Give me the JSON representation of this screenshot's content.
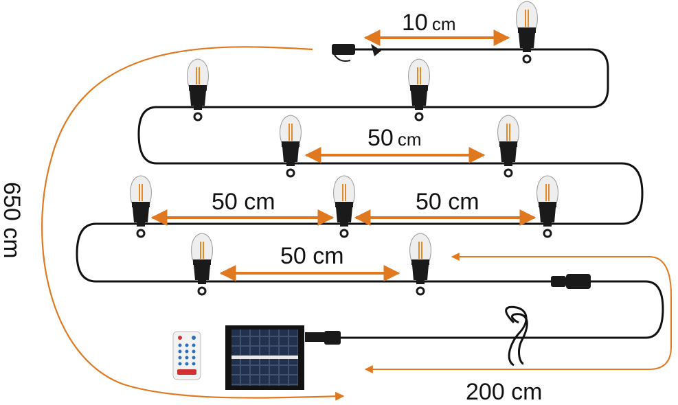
{
  "labels": {
    "spacing_top_num": "10",
    "spacing_top_unit": "cm",
    "spacing_row2_num": "50",
    "spacing_row2_unit": "cm",
    "spacing_row3_left": "50 cm",
    "spacing_row3_right": "50 cm",
    "spacing_row4": "50 cm",
    "total_length": "650 cm",
    "lead_length": "200 cm"
  },
  "colors": {
    "cable": "#111111",
    "arrow": "#e07820",
    "bulb_glass": "#eeeeee",
    "bulb_socket": "#1a1a1a",
    "filament": "#e08a2a",
    "solar_panel": "#1e2c45",
    "remote_body": "#f2f2f2",
    "remote_buttons": "#2a6fb8"
  },
  "icons": [
    "bulb-icon",
    "solar-panel-icon",
    "remote-control-icon",
    "connector-icon",
    "coiled-cable-icon"
  ]
}
